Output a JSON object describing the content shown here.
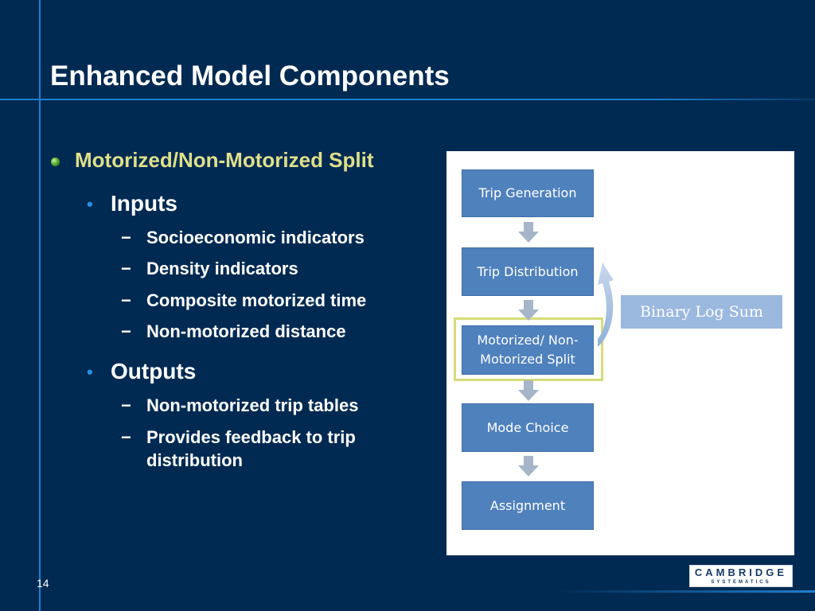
{
  "slide": {
    "title": "Enhanced Model Components",
    "page_number": "14"
  },
  "content": {
    "heading": "Motorized/Non-Motorized Split",
    "inputs_label": "Inputs",
    "inputs": [
      "Socioeconomic indicators",
      "Density indicators",
      "Composite motorized time",
      "Non-motorized distance"
    ],
    "outputs_label": "Outputs",
    "outputs": [
      "Non-motorized trip tables",
      "Provides feedback to trip distribution"
    ]
  },
  "diagram": {
    "steps": [
      "Trip Generation",
      "Trip Distribution",
      "Motorized/ Non-Motorized Split",
      "Mode Choice",
      "Assignment"
    ],
    "side_label": "Binary Log Sum",
    "box_color": "#4f81bd",
    "highlight_color": "#d6dc78",
    "side_color": "#9bb8df"
  },
  "logo": {
    "name": "CAMBRIDGE",
    "sub": "SYSTEMATICS"
  }
}
